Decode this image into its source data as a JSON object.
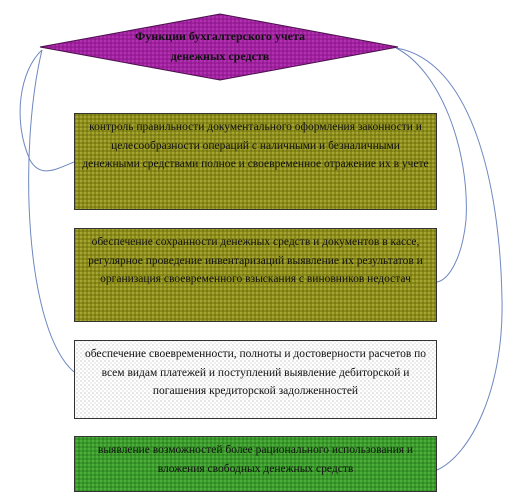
{
  "diagram": {
    "title_line1": "Функции бухгалтерского учета",
    "title_line2": "денежных средств",
    "colors": {
      "diamond": "#a020a0",
      "box_olive": "#9a9a1e",
      "box_white": "#ffffff",
      "box_green": "#3e9a2e",
      "connector": "#6f88c0"
    },
    "boxes": [
      {
        "text": "контроль правильности документального оформления законности и целесообразности операций с наличными и безналичными денежными средствами полное и своевременное отражение их в учете"
      },
      {
        "text": "обеспечение сохранности денежных средств и документов в кассе, регулярное проведение инвентаризаций выявление их результатов и организация своевременного взыскания с виновников недостач"
      },
      {
        "text": "обеспечение своевременности, полноты и достоверности расчетов по всем видам платежей и поступлений выявление дебиторской и погашения кредиторской задолженностей"
      },
      {
        "text": "выявление возможностей более рационального использования и вложения свободных денежных средств"
      }
    ]
  }
}
